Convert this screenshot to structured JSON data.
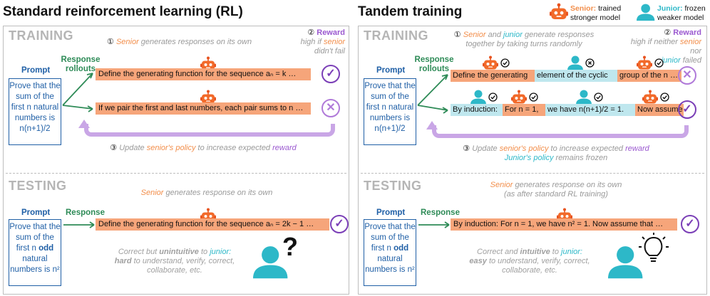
{
  "left": {
    "title": "Standard reinforcement learning (RL)",
    "training": {
      "section": "TRAINING",
      "step1_num": "①",
      "step1_role": "Senior",
      "step1_rest": " generates responses on its own",
      "reward_num": "②",
      "reward_label": "Reward",
      "reward_line1": "high if ",
      "reward_line1_role": "senior",
      "reward_line2": "didn't fail",
      "prompt_label": "Prompt",
      "prompt_text": "Prove that the sum of the first n natural numbers is n(n+1)/2",
      "rollouts_label": "Response rollouts",
      "rollout1": "Define the generating function for the sequence aₙ = k …",
      "rollout2": "If we pair the first and last numbers, each pair sums to n …",
      "step3_num": "③",
      "step3_a": "Update ",
      "step3_role": "senior's policy",
      "step3_b": " to increase expected ",
      "step3_reward": "reward"
    },
    "testing": {
      "section": "TESTING",
      "note_role": "Senior",
      "note_rest": " generates response on its own",
      "prompt_label": "Prompt",
      "prompt_text_a": "Prove that the sum of the first n ",
      "prompt_bold": "odd",
      "prompt_text_b": " natural numbers is n²",
      "response_label": "Response",
      "response": "Define the generating function for the sequence aₙ = 2k − 1 …",
      "eval_a": "Correct but ",
      "eval_b": "unintuitive",
      "eval_c": " to ",
      "eval_role": "junior:",
      "eval_d": "hard",
      "eval_e": " to understand, verify, correct,",
      "eval_f": "collaborate, etc.",
      "question": "?"
    }
  },
  "right": {
    "title": "Tandem training",
    "legend_senior_bold": "Senior:",
    "legend_senior_rest": " trained",
    "legend_senior_line2": "stronger model",
    "legend_junior_bold": "Junior:",
    "legend_junior_rest": " frozen",
    "legend_junior_line2": "weaker model",
    "training": {
      "section": "TRAINING",
      "step1_num": "①",
      "step1_role1": "Senior",
      "step1_and": " and ",
      "step1_role2": "junior",
      "step1_rest": " generate responses",
      "step1_line2": "together by taking turns randomly",
      "reward_num": "②",
      "reward_label": "Reward",
      "reward_line1": "high if neither ",
      "reward_role1": "senior",
      "reward_nor": " nor",
      "reward_role2": "junior",
      "reward_line3": " failed",
      "prompt_label": "Prompt",
      "prompt_text": "Prove that the sum of the first n natural numbers is n(n+1)/2",
      "rollouts_label": "Response rollouts",
      "r1_seg1": "Define the generating",
      "r1_seg2": "element of the cyclic",
      "r1_seg3": "group of the n …",
      "r2_seg1": "By induction:",
      "r2_seg2": "For n = 1,",
      "r2_seg3": "we have n(n+1)/2 = 1.",
      "r2_seg4": "Now assume",
      "step3_num": "③",
      "step3_a": "Update ",
      "step3_role": "senior's policy",
      "step3_b": " to increase expected ",
      "step3_reward": "reward",
      "step3_line2_role": "Junior's policy",
      "step3_line2_rest": " remains frozen"
    },
    "testing": {
      "section": "TESTING",
      "note_role": "Senior",
      "note_rest": " generates response on its own",
      "note_line2": "(as after standard RL training)",
      "prompt_label": "Prompt",
      "prompt_text_a": "Prove that the sum of the first n ",
      "prompt_bold": "odd",
      "prompt_text_b": " natural numbers is n²",
      "response_label": "Response",
      "response": "By induction: For n = 1, we have n² = 1. Now assume that …",
      "eval_a": "Correct and ",
      "eval_b": "intuitive",
      "eval_c": " to ",
      "eval_role": "junior:",
      "eval_d": "easy",
      "eval_e": " to understand, verify, correct,",
      "eval_f": "collaborate, etc."
    }
  },
  "colors": {
    "senior": "#f28e4b",
    "junior": "#2db8c8",
    "reward": "#9b59d0",
    "prompt": "#1f5fa6",
    "response": "#2e8b57"
  }
}
